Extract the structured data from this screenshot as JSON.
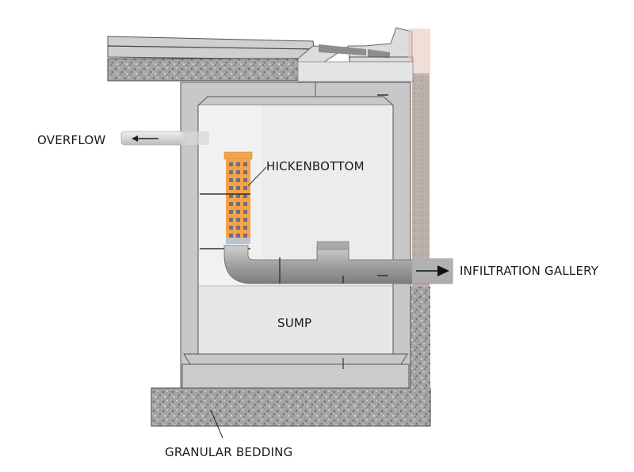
{
  "title": "Catch basin with Hickenbottom intake, sump and infiltration gallery outlet",
  "labels": {
    "overflow": "OVERFLOW",
    "hickenbottom": "HICKENBOTTOM",
    "infiltration_gallery": "INFILTRATION GALLERY",
    "sump": "SUMP",
    "granular_bedding": "GRANULAR BEDDING"
  },
  "colors": {
    "concrete": "#c9c9c9",
    "interior": "#ececec",
    "gravel": "#9a9a9a",
    "soil": "#b8a9a4",
    "hickenbottom": "#f3a24b",
    "pipe": "#a8a8a8",
    "line": "#2b2b2b"
  }
}
